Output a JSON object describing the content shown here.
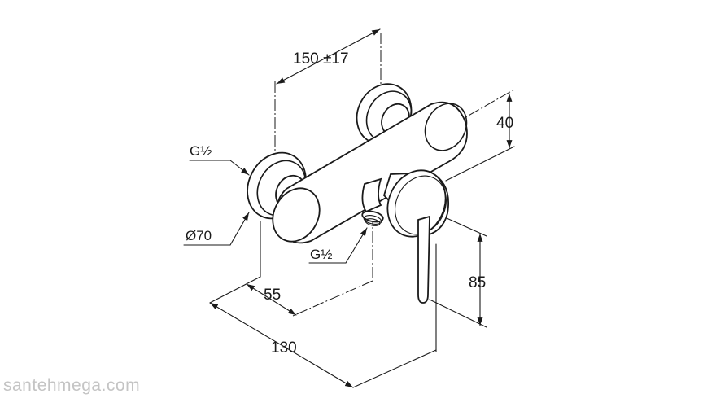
{
  "dimensions": {
    "inlet_spacing": "150 ±17",
    "body_diameter": "40",
    "outlet_height": "85",
    "inlet_to_outlet": "55",
    "projection": "130"
  },
  "callouts": {
    "inlet_thread": "G½",
    "escutcheon_diameter": "Ø70",
    "outlet_thread": "G½"
  },
  "watermark": "santehmega.com"
}
